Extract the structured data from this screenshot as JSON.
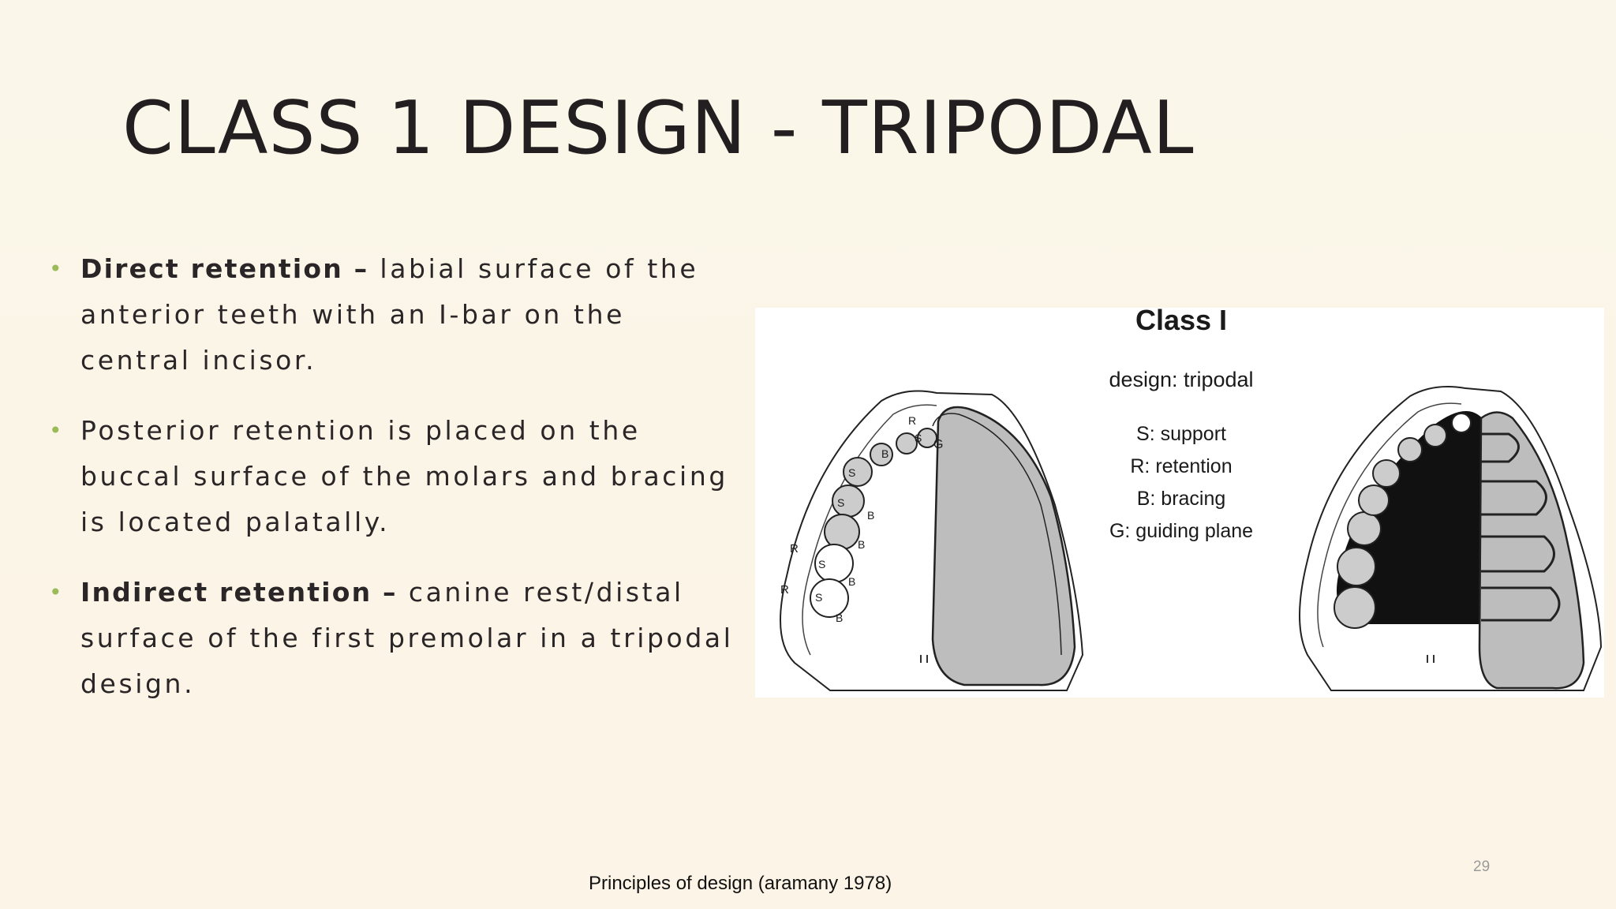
{
  "slide": {
    "title": "CLASS 1 DESIGN - TRIPODAL",
    "bullets": [
      {
        "bold": "Direct retention –",
        "text": " labial surface of the anterior teeth with an I-bar on the  central incisor."
      },
      {
        "bold": "",
        "text": "Posterior retention is placed on the buccal surface of the molars and bracing is located palatally."
      },
      {
        "bold": "Indirect retention –",
        "text": " canine rest/distal surface of the first premolar in a tripodal design."
      }
    ],
    "bullet_symbol": "•",
    "figure": {
      "heading": "Class I",
      "subheading": "design: tripodal",
      "legend": [
        "S: support",
        "R: retention",
        "B: bracing",
        "G: guiding plane"
      ],
      "markers": {
        "support": "S",
        "retention": "R",
        "bracing": "B",
        "guiding": "G"
      }
    },
    "caption": "Principles of design (aramany 1978)",
    "page_number": "29"
  },
  "colors": {
    "background": "#fbf5e8",
    "bullet": "#9bbb59",
    "title": "#231f20",
    "prosthesis_fill": "#c8c8c8"
  }
}
